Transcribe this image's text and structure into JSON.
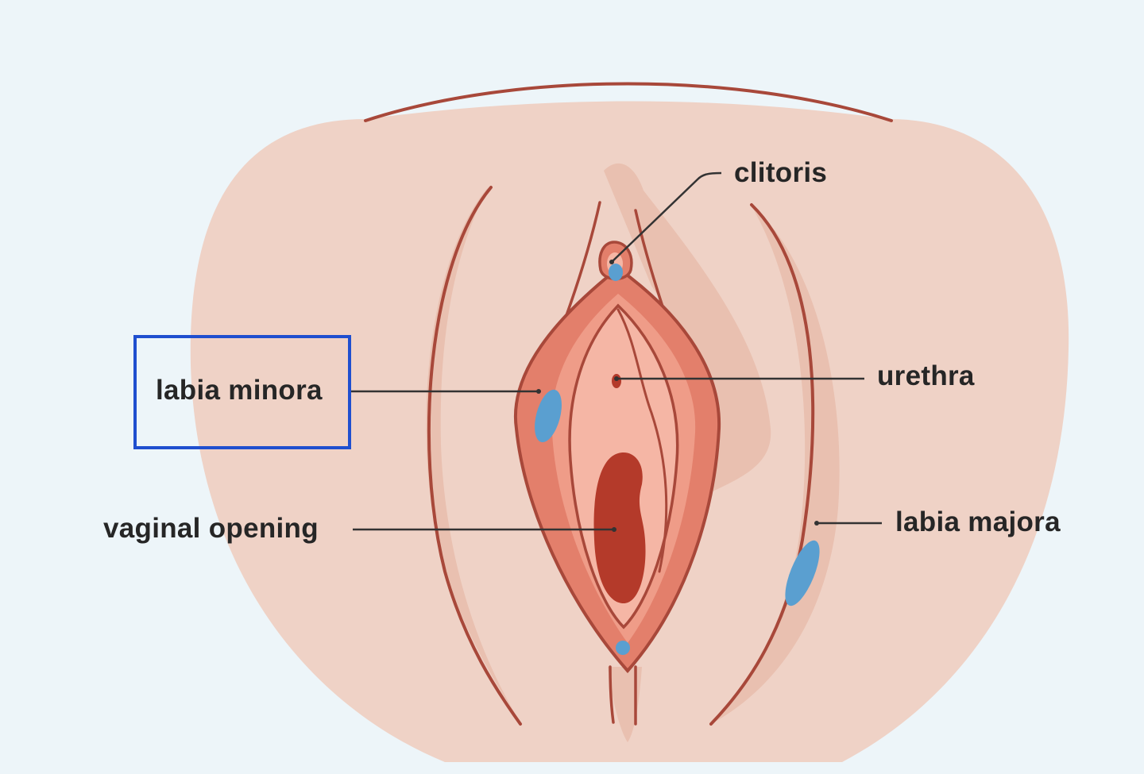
{
  "labels": {
    "clitoris": "clitoris",
    "urethra": "urethra",
    "labia_minora": "labia minora",
    "vaginal_opening": "vaginal opening",
    "labia_majora": "labia majora"
  },
  "highlighted_label": "labia minora",
  "colors": {
    "background": "#edf5f9",
    "skin": "#efd2c6",
    "skin_shadow": "#e5b8a6",
    "outline": "#a8483a",
    "tissue_dark": "#e37f6b",
    "tissue_mid": "#ef9c88",
    "tissue_light": "#f5b6a5",
    "opening": "#b43a2a",
    "highlight_spot": "#5a9fd0",
    "highlight_box": "#1f4fcf",
    "leader_line": "#333333"
  }
}
